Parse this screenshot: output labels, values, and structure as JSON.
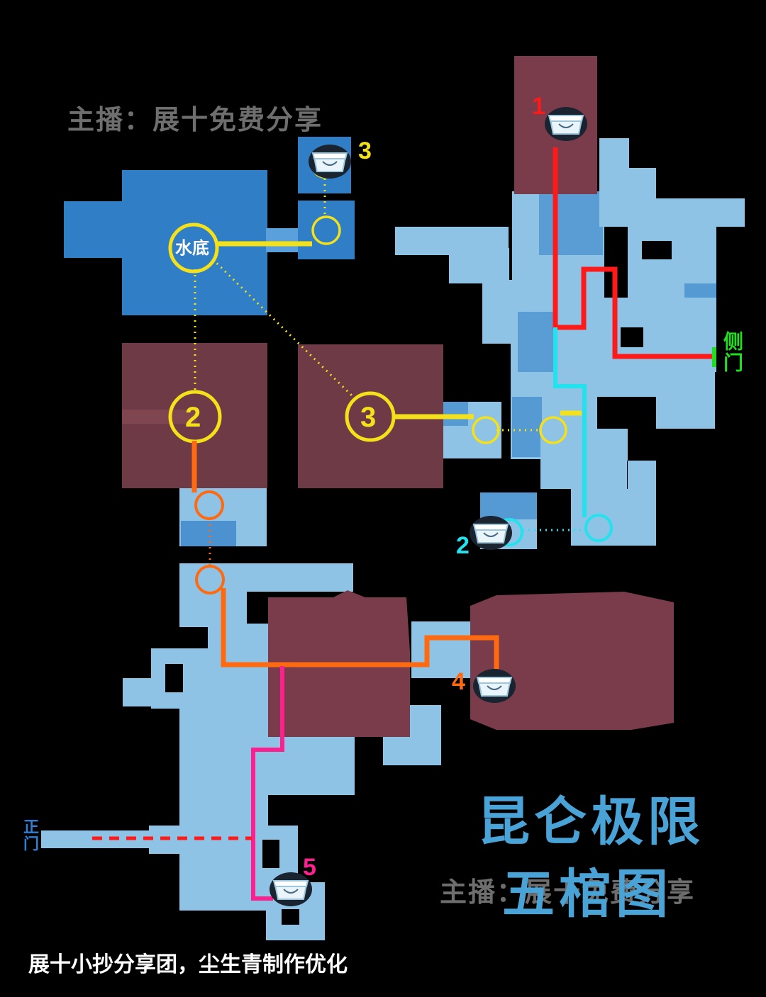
{
  "title_line1": "昆仑极限",
  "title_line2": "五棺图",
  "watermark_top": "主播：展十免费分享",
  "watermark_bottom": "主播：展十免费分享",
  "credit": "展十小抄分享团，尘生青制作优化",
  "labels": {
    "underwater": "水底",
    "side_gate": "侧门",
    "main_gate": "正门"
  },
  "markers": {
    "m1": "1",
    "m2": "2",
    "m3": "3",
    "m4": "4",
    "m5": "5",
    "c2": "2",
    "c3": "3"
  },
  "colors": {
    "room_blue": "#8fc3e6",
    "room_dark_blue": "#2f7ec6",
    "room_red": "#7a3c4a",
    "path_red": "#ff1a1a",
    "path_yellow": "#f5e11a",
    "path_orange": "#ff6a10",
    "path_cyan": "#22e2ee",
    "path_pink": "#ff1f8e",
    "gate_green": "#22dd22",
    "gate_blue": "#2f7fd6"
  },
  "icons": [
    "coffin-icon-1",
    "coffin-icon-2",
    "coffin-icon-3",
    "coffin-icon-4",
    "coffin-icon-5"
  ]
}
